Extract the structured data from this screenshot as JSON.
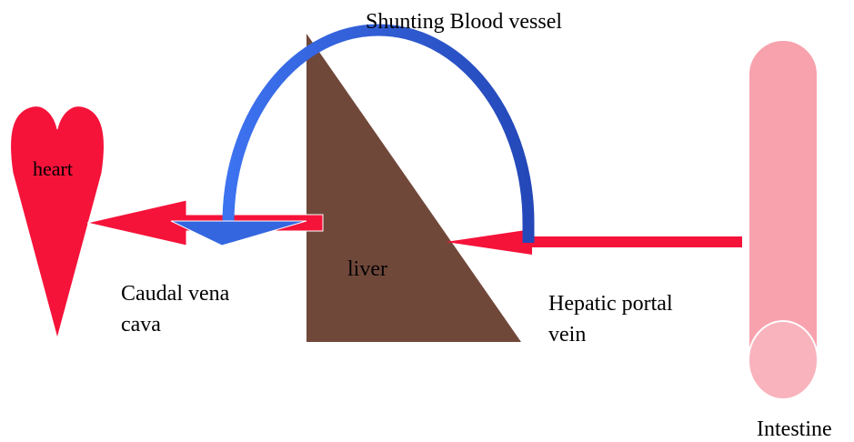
{
  "labels": {
    "shunt": "Shunting Blood vessel",
    "heart": "heart",
    "liver": "liver",
    "caudal_line1": "Caudal vena",
    "caudal_line2": "cava",
    "portal_line1": "Hepatic portal",
    "portal_line2": "vein",
    "intestine": "Intestine"
  },
  "colors": {
    "heart": "#f5133a",
    "liver": "#70483a",
    "red_arrow": "#f5133a",
    "shunt_blue": "#3466e0",
    "intestine": "#f8a2ad",
    "intestine_end": "#f9b3bd",
    "outline": "#ffffff"
  }
}
